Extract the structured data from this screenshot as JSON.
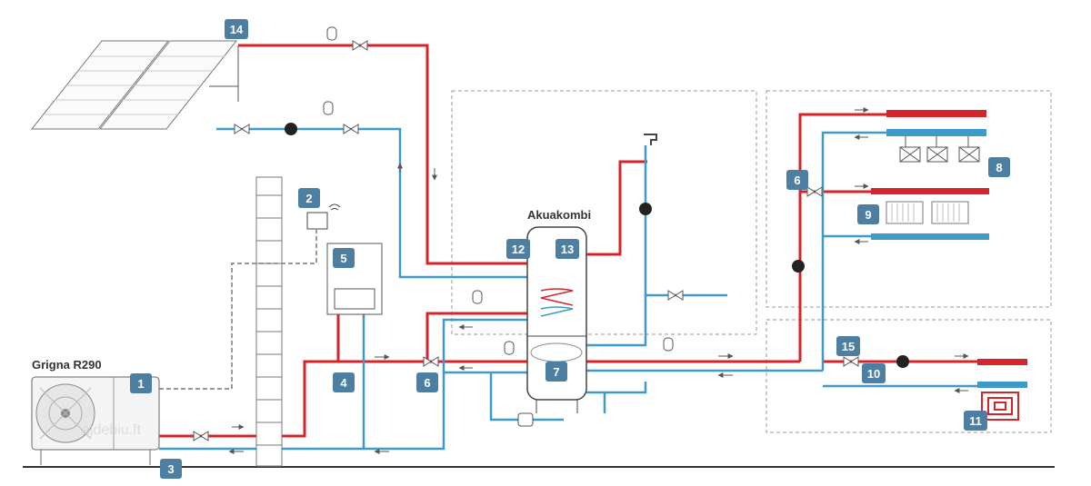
{
  "colors": {
    "supply": "#d6242b",
    "return": "#3d9ac9",
    "badge": "#4d7fa3",
    "line": "#555555",
    "dash": "#999999"
  },
  "labels": {
    "heat_pump": "Grigna R290",
    "tank": "Akuakombi"
  },
  "watermark": "ajdebiu.ft",
  "badges": [
    "1",
    "2",
    "3",
    "4",
    "5",
    "6",
    "6",
    "7",
    "8",
    "9",
    "10",
    "11",
    "12",
    "13",
    "14",
    "15"
  ],
  "icons": [
    "solar-panel-icon",
    "heat-pump-icon",
    "controller-icon",
    "wifi-icon",
    "indoor-unit-icon",
    "buffer-tank-icon",
    "fan-coil-icon",
    "radiator-icon",
    "floor-heating-icon",
    "pump-icon",
    "valve-icon",
    "expansion-vessel-icon",
    "faucet-icon"
  ]
}
